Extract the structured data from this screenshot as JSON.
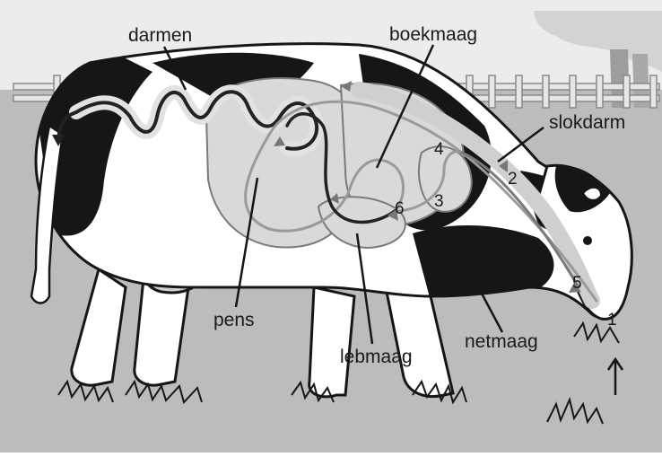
{
  "labels": {
    "darmen": "darmen",
    "boekmaag": "boekmaag",
    "slokdarm": "slokdarm",
    "pens": "pens",
    "lebmaag": "lebmaag",
    "netmaag": "netmaag"
  },
  "numbers": [
    "1",
    "2",
    "3",
    "4",
    "5",
    "6"
  ],
  "colors": {
    "sky": "#f4f4f4",
    "ground": "#bdbdbd",
    "grass": "#c9c9c9",
    "cow_white": "#ffffff",
    "cow_black": "#161616",
    "organ_fill": "#d9d9d9",
    "path_dark": "#222222",
    "path_light": "#9a9a9a"
  }
}
